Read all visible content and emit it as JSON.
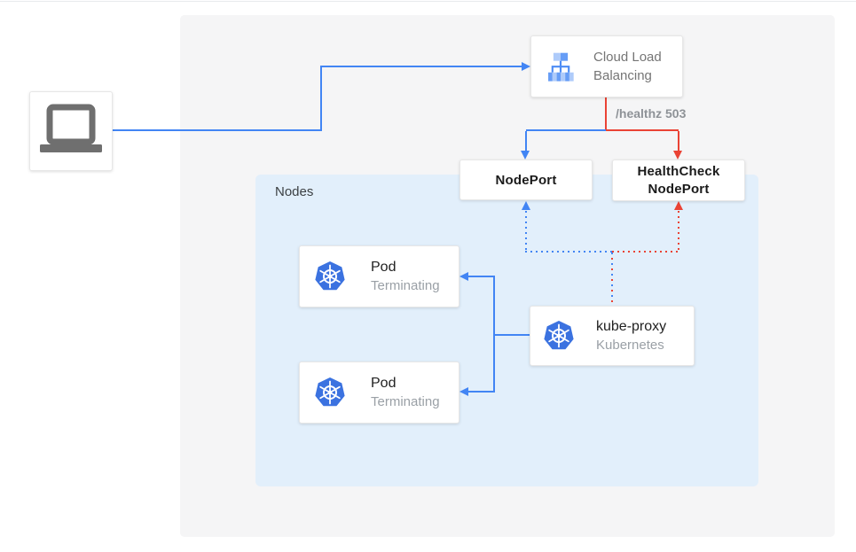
{
  "colors": {
    "blue": "#4285F4",
    "red": "#EA4335",
    "nodes_bg": "#E2EFFB",
    "panel_bg": "#F5F5F6",
    "k8s_blue": "#3B72E0",
    "icon_light_blue": "#AECBFA",
    "icon_mid_blue": "#669DF6",
    "icon_stem_blue": "#4E8DF5",
    "gray_text": "#757575",
    "muted_text": "#9AA0A6",
    "dark_text": "#212121",
    "laptop_gray": "#6F6F6F",
    "edge_label_gray": "#8E9297"
  },
  "client": {
    "icon": "laptop-icon"
  },
  "cloud_lb": {
    "label": "Cloud Load Balancing",
    "icon": "load-balancer-icon"
  },
  "edge": {
    "healthz_label": "/healthz 503"
  },
  "nodeport": {
    "label": "NodePort"
  },
  "healthcheck_nodeport": {
    "label": "HealthCheck NodePort"
  },
  "nodes_group": {
    "label": "Nodes"
  },
  "pods": [
    {
      "title": "Pod",
      "status": "Terminating",
      "icon": "kubernetes-icon"
    },
    {
      "title": "Pod",
      "status": "Terminating",
      "icon": "kubernetes-icon"
    }
  ],
  "kube_proxy": {
    "title": "kube-proxy",
    "subtitle": "Kubernetes",
    "icon": "kubernetes-icon"
  }
}
